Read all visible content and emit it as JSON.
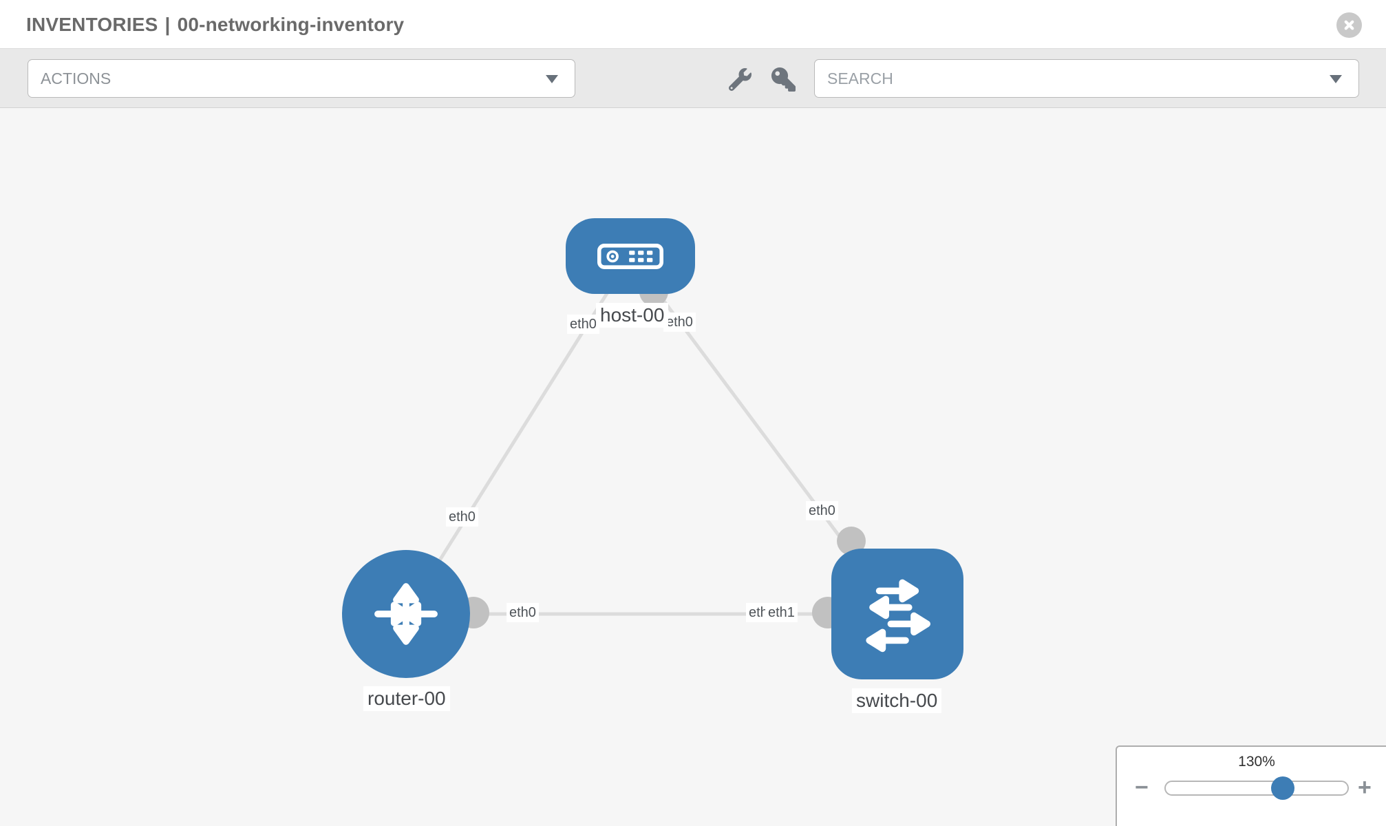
{
  "header": {
    "breadcrumb_section": "INVENTORIES",
    "breadcrumb_separator": "|",
    "breadcrumb_item": "00-networking-inventory"
  },
  "toolbar": {
    "actions_label": "ACTIONS",
    "search_placeholder": "SEARCH",
    "icons": [
      "wrench-icon",
      "key-icon"
    ]
  },
  "canvas": {
    "nodes": [
      {
        "label": "host-00",
        "type": "host",
        "shape": "rounded-rectangle",
        "icon": "host-icon"
      },
      {
        "label": "router-00",
        "type": "router",
        "shape": "circle",
        "icon": "router-icon"
      },
      {
        "label": "switch-00",
        "type": "switch",
        "shape": "rounded-square",
        "icon": "switch-icon"
      }
    ],
    "links": [
      {
        "from": "router-00",
        "to": "host-00",
        "from_interface": "eth0",
        "to_interface": "eth0"
      },
      {
        "from": "host-00",
        "to": "switch-00",
        "from_interface": "eth0",
        "to_interface": "eth0"
      },
      {
        "from": "router-00",
        "to": "switch-00",
        "from_interface": "eth0",
        "to_interface": "eth1",
        "obscured_label": "eth0"
      }
    ]
  },
  "zoom_control": {
    "level": "130%",
    "minus_label": "−",
    "plus_label": "+",
    "thumb_position_pct": 64
  },
  "colors": {
    "node_blue": "#3d7db5",
    "link_gray": "#dcdcdc",
    "connector_gray": "#c1c1c1",
    "toolbar_bg": "#e9e9e9",
    "canvas_bg": "#f6f6f6",
    "title_gray": "#6a6a6a"
  }
}
